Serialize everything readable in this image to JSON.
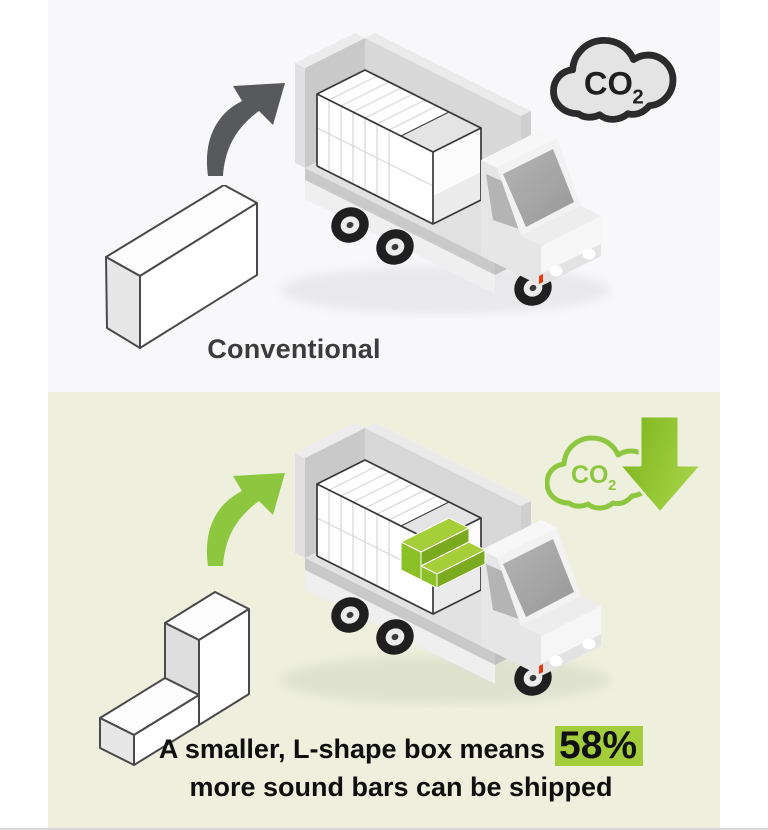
{
  "sections": {
    "conventional": {
      "label": "Conventional",
      "co2": {
        "text": "CO",
        "sub": "2"
      }
    },
    "lshape": {
      "co2": {
        "text": "CO",
        "sub": "2"
      },
      "caption": {
        "line1_prefix": "A smaller, L-shape box means",
        "highlight": "58%",
        "line2": "more sound bars can be shipped"
      }
    }
  },
  "icons": {
    "truck": "delivery-truck-with-boxes",
    "co2_cloud": "co2-cloud",
    "co2_down_arrow": "co2-reduction-down-arrow",
    "curved_arrow": "curved-loading-arrow",
    "conventional_box": "conventional-rectangular-box",
    "lshape_box": "l-shape-box"
  },
  "colors": {
    "panel_top_bg": "#f8f8fa",
    "panel_bottom_bg": "#eef0dd",
    "accent_green": "#8dc63f",
    "highlight_green": "#a3cd3a",
    "arrow_gradient_dark": "#79b216",
    "arrow_gradient_light": "#a5d247",
    "dark_gray": "#3c3c3c",
    "caption_text": "#0f0f0f",
    "taillight_red": "#e8380d"
  }
}
